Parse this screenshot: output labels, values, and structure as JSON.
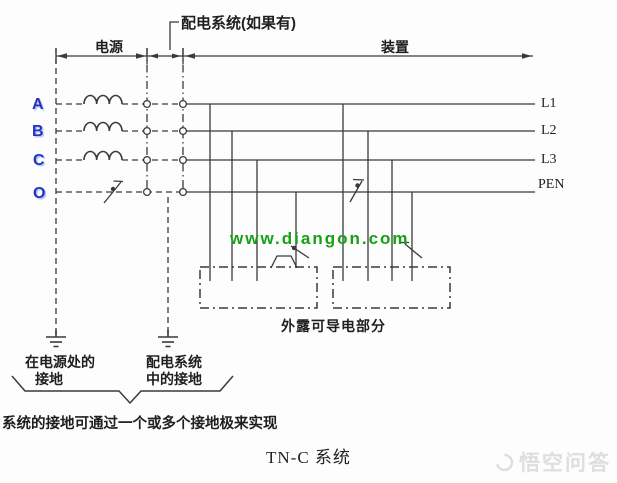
{
  "colors": {
    "line": "#3a3a3a",
    "background": "#fdfdfd",
    "phase_label": "#2331c4",
    "phase_halo": "#b9cdf2",
    "green_watermark": "#16a016",
    "right_watermark": "#dedede"
  },
  "header": {
    "distribution_label": "配电系统(如果有)",
    "power_span": "电源",
    "installation_span": "装置"
  },
  "phases": {
    "a": "A",
    "b": "B",
    "c": "C",
    "o": "O"
  },
  "lines": {
    "l1": "L1",
    "l2": "L2",
    "l3": "L3",
    "pen": "PEN"
  },
  "labels": {
    "exposed_parts": "外露可导电部分",
    "source_ground_line1": "在电源处的",
    "source_ground_line2": "接地",
    "dist_ground_line1": "配电系统",
    "dist_ground_line2": "中的接地",
    "note": "系统的接地可通过一个或多个接地极来实现",
    "title": "TN-C 系统"
  },
  "watermarks": {
    "site": "www.diangon.com",
    "platform": "悟空问答"
  }
}
